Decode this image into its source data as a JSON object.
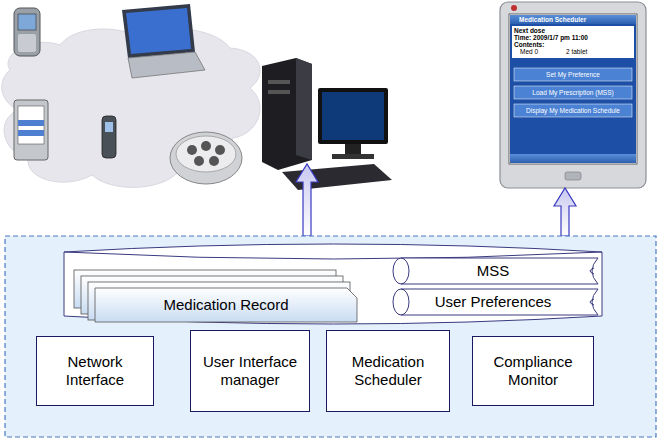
{
  "diagram": {
    "nodes": [
      {
        "text": [
          "Medication Record"
        ]
      },
      {
        "text": [
          "MSS"
        ]
      },
      {
        "text": [
          "User Preferences"
        ]
      },
      {
        "text": [
          "Network Interface"
        ]
      },
      {
        "text": [
          "User Interface manager"
        ]
      },
      {
        "text": [
          "Medication Scheduler"
        ]
      },
      {
        "text": [
          "Compliance Monitor"
        ]
      }
    ],
    "labels": [
      "Medication Scheduler",
      "Next dose",
      "Time: 2009/1/7 pm 11:00",
      "Contents:",
      "Med 0",
      "2 tablet",
      "Set My Preference",
      "Load My Prescription (MSS)",
      "Display My Medication Schedule"
    ]
  }
}
